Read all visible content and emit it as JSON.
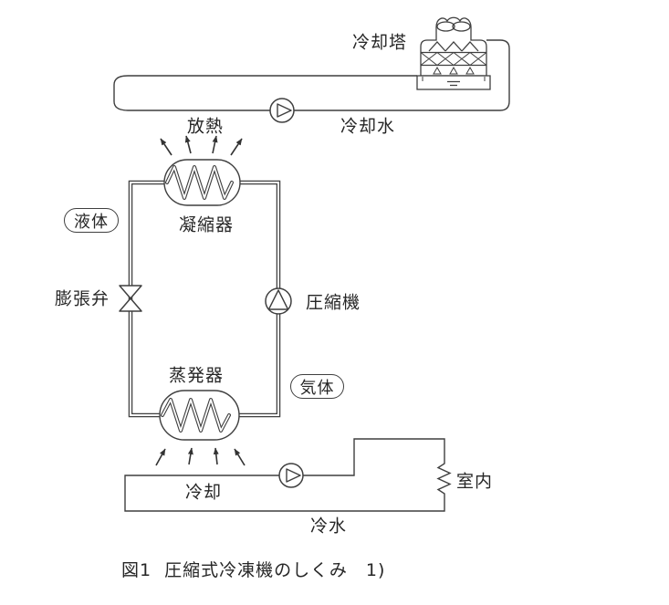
{
  "figure_caption": {
    "fig_no": "図1",
    "title": "圧縮式冷凍機のしくみ",
    "ref": "1)"
  },
  "labels": {
    "cooling_tower": "冷却塔",
    "heat_release": "放熱",
    "cooling_water": "冷却水",
    "condenser": "凝縮器",
    "liquid": "液体",
    "expansion_valve": "膨張弁",
    "compressor": "圧縮機",
    "evaporator": "蒸発器",
    "gas": "気体",
    "cooling": "冷却",
    "chilled_water": "冷水",
    "room": "室内"
  },
  "icons": {
    "pump_icon": "circle with right-pointing triangle",
    "compressor_icon": "circle with up-pointing triangle",
    "expansion_valve_icon": "bowtie valve",
    "coil_icon": "zigzag heat-exchanger coil in stadium outline",
    "cooling_tower_icon": "tower with fan cowls, lattice fill, spray nozzles and basin",
    "room_load_icon": "vertical zigzag load symbol",
    "heat_arrow_icon": "short line arrow with solid head"
  },
  "colors": {
    "line": "#3f3f3f",
    "text": "#262626",
    "background": "#ffffff"
  }
}
